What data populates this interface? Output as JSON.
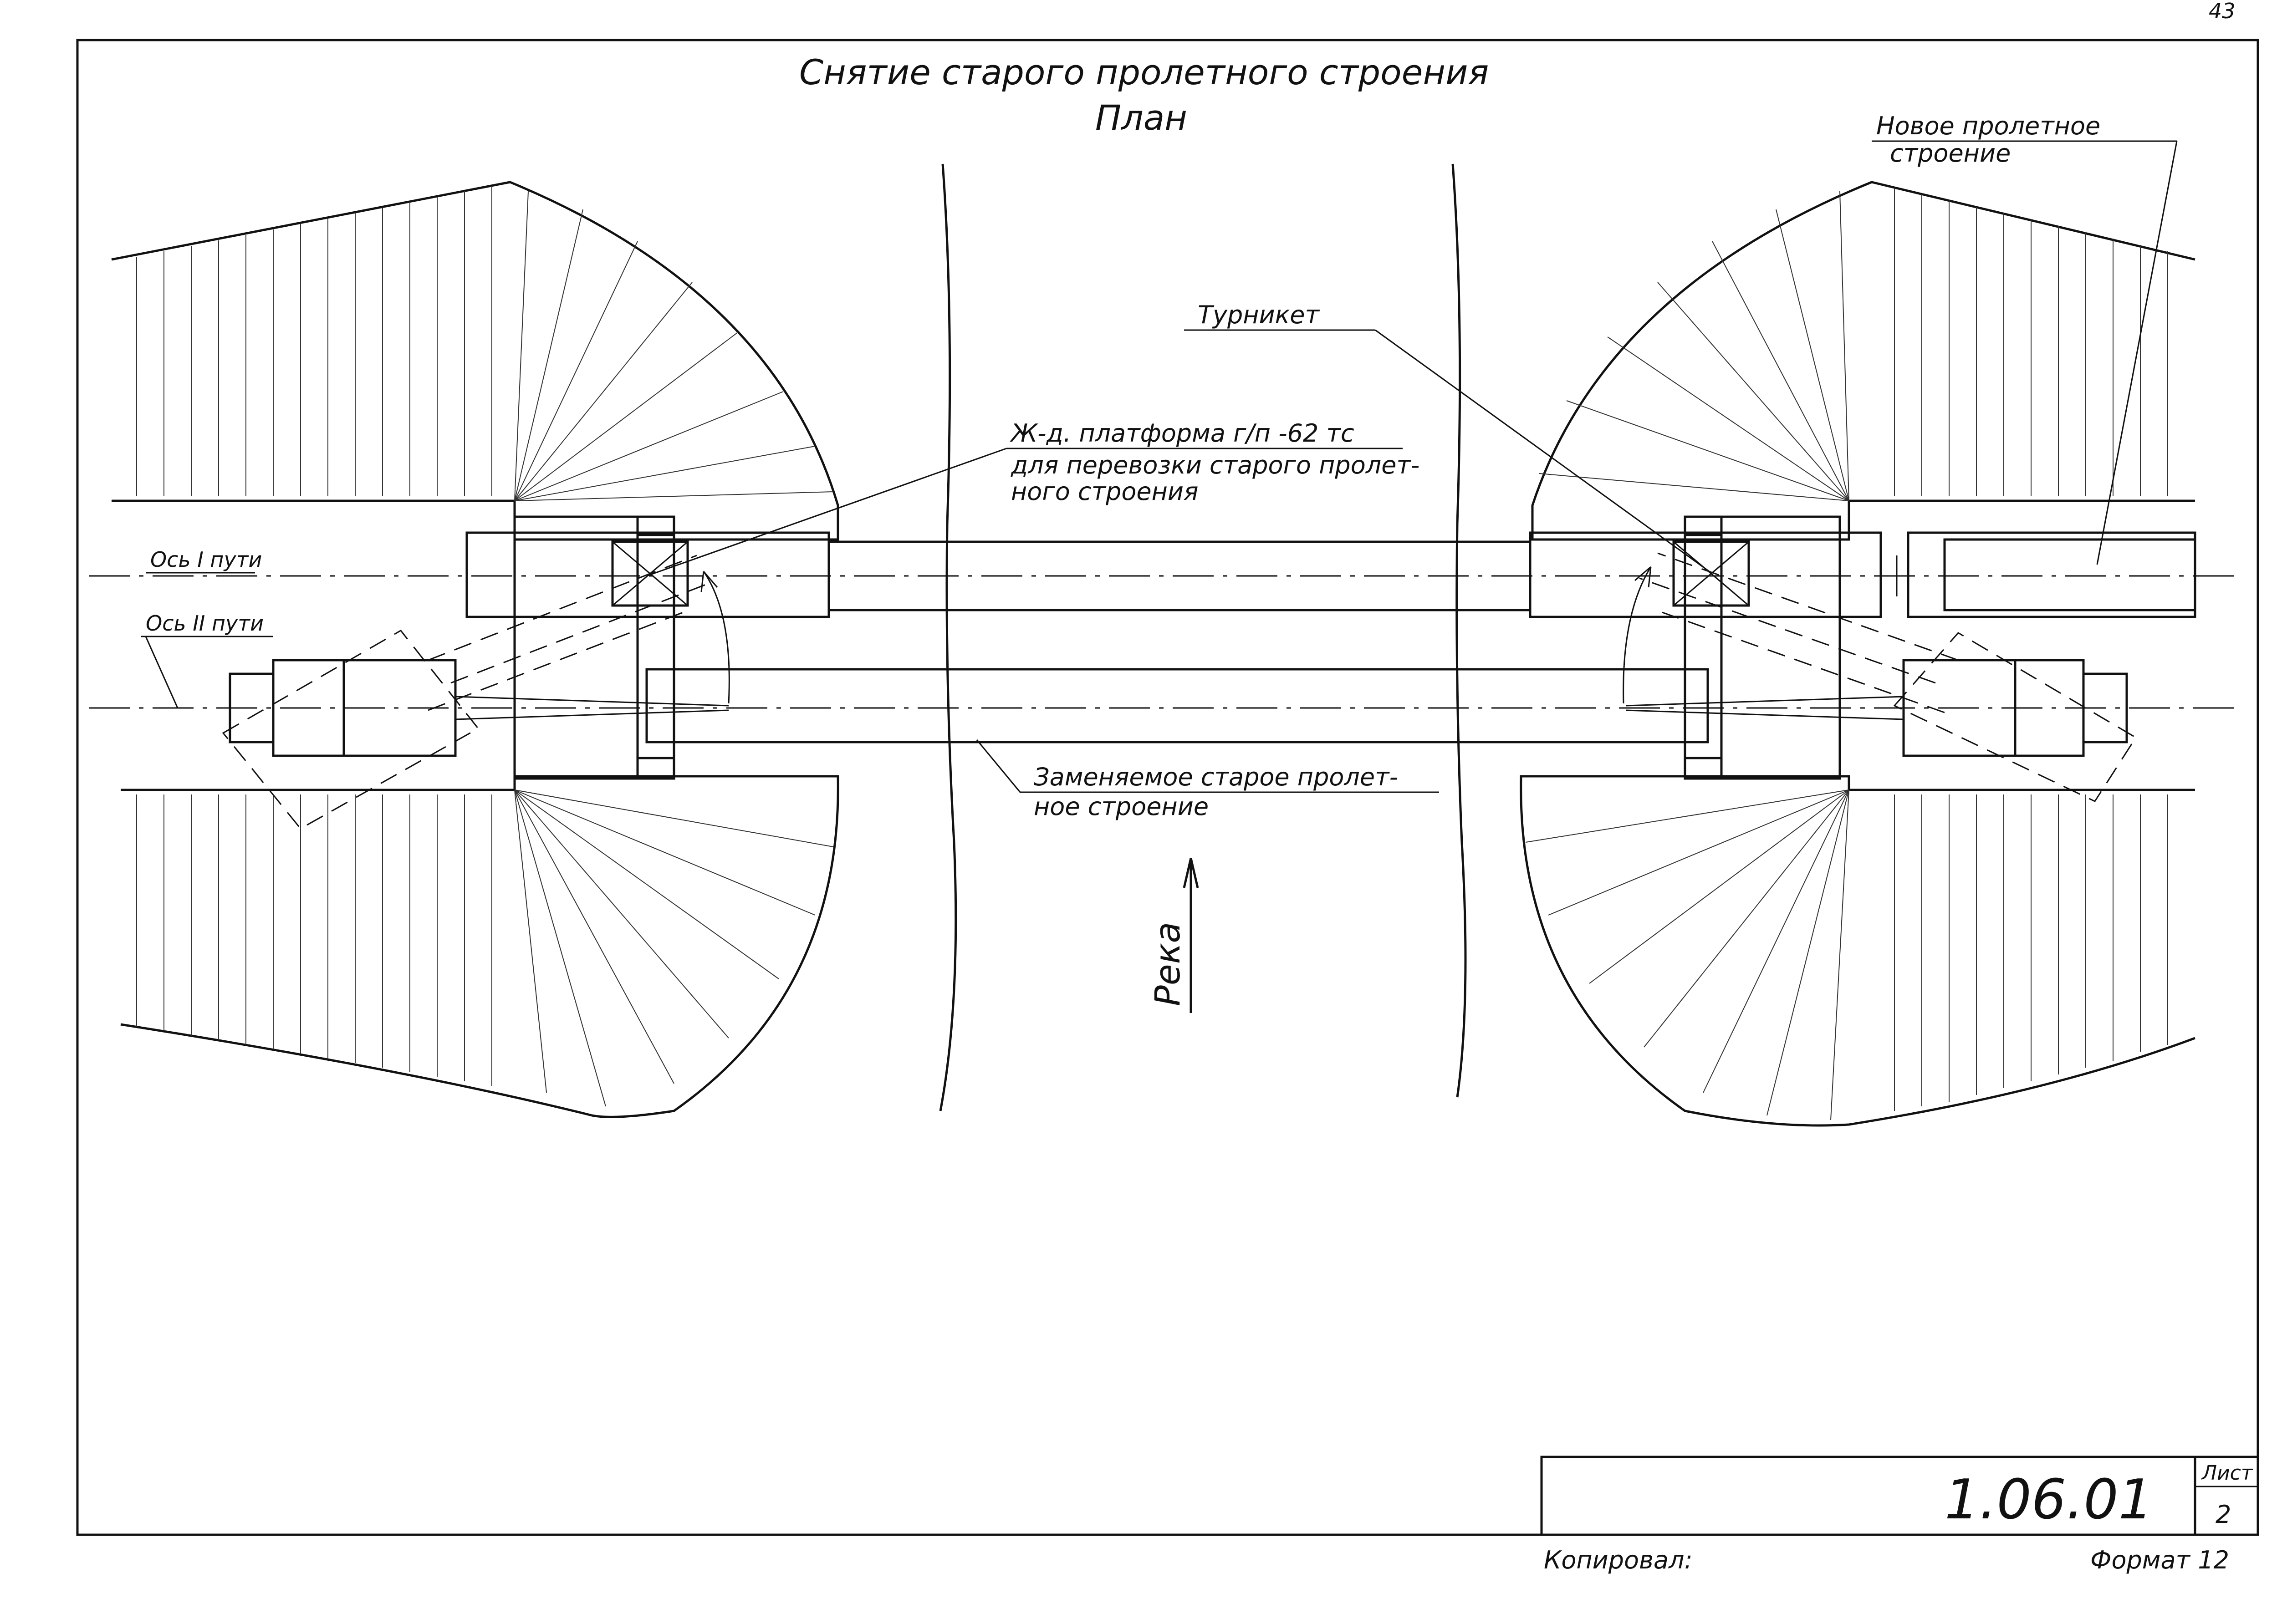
{
  "page_number": "43",
  "title": {
    "line1": "Снятие старого пролетного строения",
    "line2": "План"
  },
  "labels": {
    "new_span": {
      "line1": "Новое пролетное",
      "line2": "строение"
    },
    "turnstile": "Турникет",
    "platform": {
      "line1": "Ж-д. платформа г/п -62 тс",
      "line2": "для перевозки старого пролет-",
      "line3": "ного строения"
    },
    "axis_1": "Ось I пути",
    "axis_2": "Ось II пути",
    "old_span": {
      "line1": "Заменяемое старое пролет-",
      "line2": "ное строение"
    },
    "river": "Река"
  },
  "stamp": {
    "code": "1.06.01",
    "sheet_label": "Лист",
    "sheet_number": "2",
    "copied_by": "Копировал:",
    "format": "Формат 12"
  }
}
